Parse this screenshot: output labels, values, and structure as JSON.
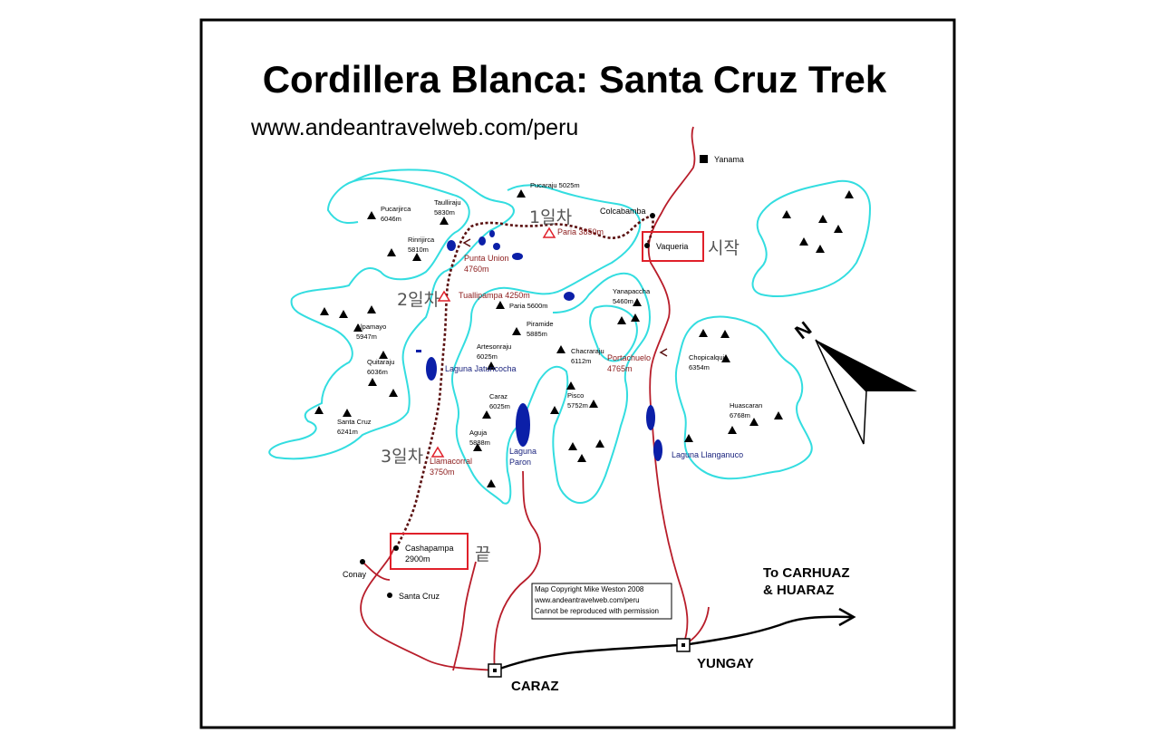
{
  "map": {
    "title": "Cordillera Blanca: Santa Cruz Trek",
    "website": "www.andeantravelweb.com/peru",
    "peaks": [
      {
        "name": "Pucarjirca",
        "elev": "6046m"
      },
      {
        "name": "Taulliraju",
        "elev": "5830m"
      },
      {
        "name": "Rinrijirca",
        "elev": "5810m"
      },
      {
        "name": "Pucaraju 5025m",
        "elev": ""
      },
      {
        "name": "Alpamayo",
        "elev": "5947m"
      },
      {
        "name": "Quitaraju",
        "elev": "6036m"
      },
      {
        "name": "Santa Cruz",
        "elev": "6241m"
      },
      {
        "name": "Paria 5600m",
        "elev": ""
      },
      {
        "name": "Piramide",
        "elev": "5885m"
      },
      {
        "name": "Artesonraju",
        "elev": "6025m"
      },
      {
        "name": "Caraz",
        "elev": "6025m"
      },
      {
        "name": "Aguja",
        "elev": "5888m"
      },
      {
        "name": "Chacraraju",
        "elev": "6112m"
      },
      {
        "name": "Pisco",
        "elev": "5752m"
      },
      {
        "name": "Yanapaccha",
        "elev": "5460m"
      },
      {
        "name": "Chopicalqui",
        "elev": "6354m"
      },
      {
        "name": "Huascaran",
        "elev": "6768m"
      }
    ],
    "camps": [
      {
        "name": "Paria 3850m",
        "elev": ""
      },
      {
        "name": "Tuallipampa 4250m",
        "elev": ""
      },
      {
        "name": "Llamacorral",
        "elev": "3750m"
      }
    ],
    "passes": [
      {
        "name": "Punta Union",
        "elev": "4760m"
      },
      {
        "name": "Portachuelo",
        "elev": "4765m"
      }
    ],
    "lakes": [
      {
        "name": "Laguna Jatuncocha",
        "line2": ""
      },
      {
        "name": "Laguna",
        "line2": "Paron"
      },
      {
        "name": "Laguna Llanganuco",
        "line2": ""
      }
    ],
    "places": {
      "yanama": "Yanama",
      "colcabamba": "Colcabamba",
      "vaqueria": "Vaqueria",
      "cashapampa": "Cashapampa",
      "cashapampa_elev": "2900m",
      "conay": "Conay",
      "santa_cruz": "Santa Cruz",
      "caraz": "CARAZ",
      "yungay": "YUNGAY"
    },
    "direction_line1": "To CARHUAZ",
    "direction_line2": "& HUARAZ",
    "north": "N",
    "korean": {
      "start": "시작",
      "day1": "1일차",
      "day2": "2일차",
      "day3": "3일차",
      "end": "끝"
    },
    "copyright": {
      "line1": "Map Copyright  Mike Weston 2008",
      "line2": "www.andeantravelweb.com/peru",
      "line3": "Cannot be reproduced with permission"
    },
    "colors": {
      "glacier": "#33dde0",
      "lake": "#0b1fa8",
      "road": "#b81d2a",
      "trail": "#5a1010",
      "highlight": "#e0202a",
      "label_red": "#8b1a1a",
      "lake_label": "#1a237e"
    }
  }
}
